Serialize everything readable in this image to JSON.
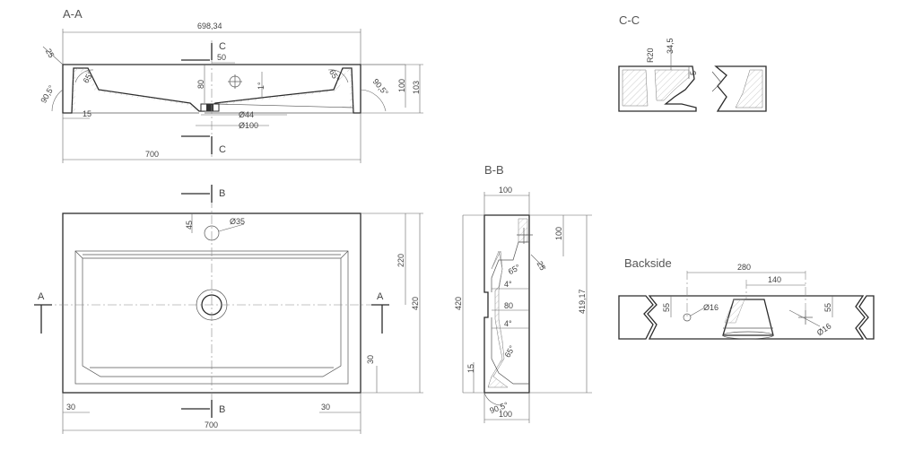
{
  "sections": {
    "aa": "A-A",
    "bb": "B-B",
    "cc": "C-C",
    "backside": "Backside"
  },
  "cut_labels": {
    "a": "A",
    "b": "B",
    "c": "C"
  },
  "aa_dims": {
    "top_width": "698,34",
    "bottom_width": "700",
    "d50": "50",
    "d80": "80",
    "d1deg": "1°",
    "d100": "100",
    "d103": "103",
    "d15": "15",
    "d44": "Ø44",
    "d100dia": "Ø100",
    "r25": "25",
    "a65l": "65°",
    "a65r": "65°",
    "a905l": "90,5°",
    "a905r": "90,5°"
  },
  "cc_dims": {
    "d345": "34,5",
    "r20": "R20",
    "d5": "5"
  },
  "plan_dims": {
    "d45": "45",
    "d35": "Ø35",
    "d220": "220",
    "d420": "420",
    "d30r": "30",
    "d30bl": "30",
    "d30br": "30",
    "d700": "700"
  },
  "bb_dims": {
    "d100top": "100",
    "d100v": "100",
    "r25": "25",
    "a65a": "65°",
    "d4a": "4°",
    "d80": "80",
    "d4b": "4°",
    "a65b": "65°",
    "d420": "420",
    "d41917": "419,17",
    "d15": "15",
    "a905": "90,5°",
    "d100bot": "100"
  },
  "backside_dims": {
    "d280": "280",
    "d140": "140",
    "d55l": "55",
    "d16l": "Ø16",
    "d55r": "55",
    "d16r": "Ø16"
  }
}
